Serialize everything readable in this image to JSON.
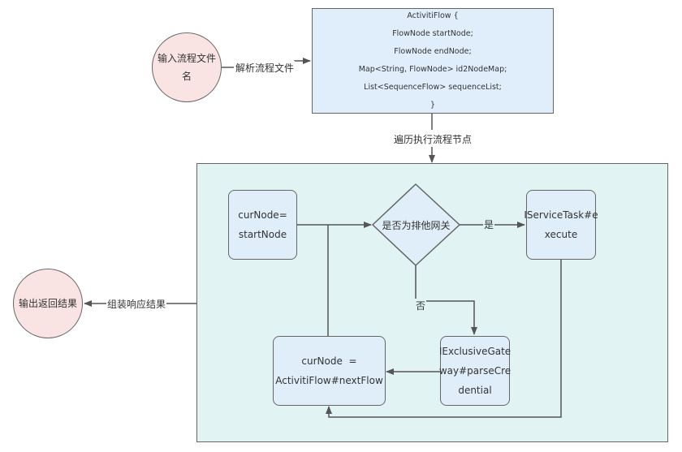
{
  "nodes": {
    "input_circle": {
      "lines": [
        "输入流程文件",
        "名"
      ]
    },
    "activiti_flow": {
      "lines": [
        "ActivitiFlow {",
        "FlowNode startNode;",
        "FlowNode endNode;",
        "Map<String, FlowNode> id2NodeMap;",
        "List<SequenceFlow> sequenceList;",
        "}"
      ]
    },
    "cur_node_start": {
      "lines": [
        "curNode=",
        "startNode"
      ]
    },
    "gateway_decision": {
      "text": "是否为排他网关"
    },
    "service_task": {
      "lines": [
        "IServiceTask#e",
        "xecute"
      ]
    },
    "exclusive_gateway": {
      "lines": [
        "IExclusiveGate",
        "way#parseCre",
        "dential"
      ]
    },
    "cur_node_next": {
      "lines": [
        "curNode  =",
        "ActivitiFlow#nextFlow"
      ]
    },
    "output_circle": {
      "lines": [
        "输出返回结果"
      ]
    }
  },
  "edges": {
    "parse_file": "解析流程文件",
    "traverse_nodes": "遍历执行流程节点",
    "yes": "是",
    "no": "否",
    "assemble_response": "组装响应结果"
  },
  "colors": {
    "circle_fill": "#fae3e3",
    "box_fill": "#e0eef9",
    "container_fill": "#e1f3f3",
    "stroke": "#666666"
  }
}
